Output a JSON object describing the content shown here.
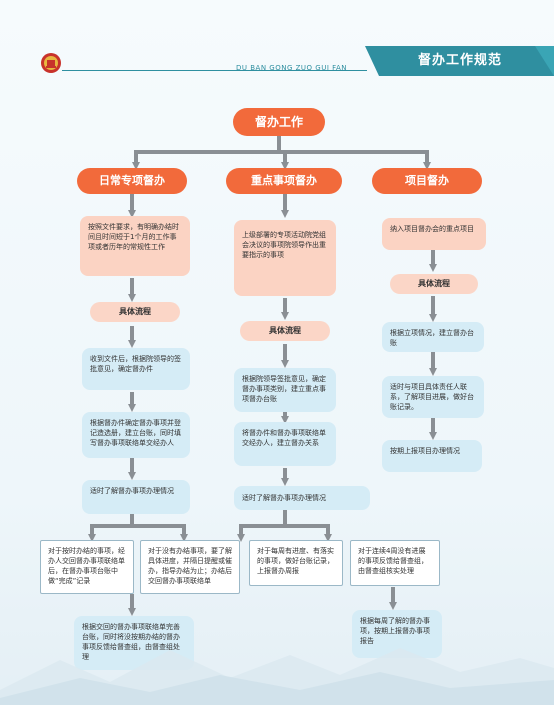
{
  "header": {
    "title": "督办工作规范",
    "pinyin": "DU BAN GONG ZUO GUI FAN",
    "ribbon_color": "#2f8fa0"
  },
  "diagram": {
    "root": "督办工作",
    "branches": [
      {
        "title": "日常专项督办",
        "intro": "按照文件要求，有明确办结时间且时间短于1个月的工作事项或者历年的常规性工作",
        "flow_label": "具体流程",
        "steps": [
          "收到文件后，根据院领导的签批意见，确定督办件",
          "根据督办件确定督办事项并登记造选册，建立台账，同时填写督办事项联络单交经办人",
          "适时了解督办事项办理情况"
        ],
        "split": [
          "对于按时办结的事项，经办人交回督办事项联络单后，在督办事项台账中做“完成”记录",
          "对于没有办结事项，要了解具体进度，并隔日提醒或催办，指导办结为止；办结后交回督办事项联络单"
        ],
        "final": "根据交回的督办事项联络单完善台账，同时将没按期办结的督办事项反馈给督查组，由督查组处理"
      },
      {
        "title": "重点事项督办",
        "intro": "上级部署的专项活动院党组会决议的事项院领导作出重要指示的事项",
        "flow_label": "具体流程",
        "steps": [
          "根据院领导签批意见，确定督办事项类别，建立重点事项督办台账",
          "将督办件和督办事项联络单交经办人，建立督办关系",
          "适时了解督办事项办理情况"
        ],
        "split": [
          "对于每周有进度、有落实的事项，做好台账记录，上报督办周报",
          "对于连续4周没有进展的事项反馈给督查组，由督查组核实处理"
        ],
        "final": "根据每周了解的督办事项，按期上报督办事项报告"
      },
      {
        "title": "项目督办",
        "intro": "纳入项目督办会的重点项目",
        "flow_label": "具体流程",
        "steps": [
          "根据立项情况，建立督办台账",
          "适时与项目具体责任人联系，了解项目进展，做好台账记录。",
          "按期上报项目办理情况"
        ]
      }
    ]
  },
  "colors": {
    "accent": "#f26a3b",
    "pink": "#fbd3c3",
    "blue": "#d5ecf6",
    "connector": "#8a8f94"
  }
}
